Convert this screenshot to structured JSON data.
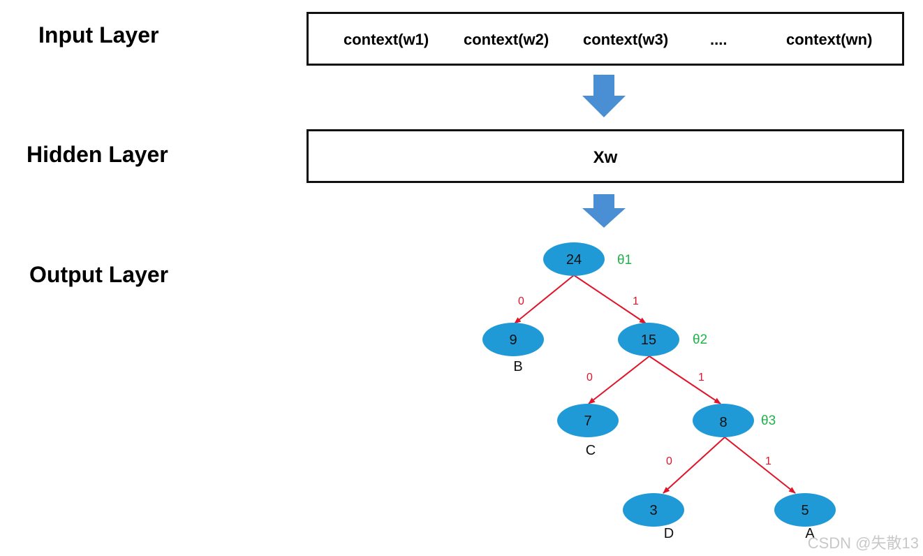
{
  "layers": {
    "input_label": "Input Layer",
    "hidden_label": "Hidden Layer",
    "output_label": "Output Layer"
  },
  "input_box": {
    "contexts": [
      "context(w1)",
      "context(w2)",
      "context(w3)",
      "....",
      "context(wn)"
    ]
  },
  "hidden_box": {
    "text": "Xw"
  },
  "tree": {
    "nodes": {
      "root": {
        "value": "24",
        "theta": "θ1"
      },
      "n9": {
        "value": "9",
        "leaf": "B"
      },
      "n15": {
        "value": "15",
        "theta": "θ2"
      },
      "n7": {
        "value": "7",
        "leaf": "C"
      },
      "n8": {
        "value": "8",
        "theta": "θ3"
      },
      "n3": {
        "value": "3",
        "leaf": "D"
      },
      "n5": {
        "value": "5",
        "leaf": "A"
      }
    },
    "edges": {
      "root_left": "0",
      "root_right": "1",
      "n15_left": "0",
      "n15_right": "1",
      "n8_left": "0",
      "n8_right": "1"
    }
  },
  "colors": {
    "node_fill": "#1f9ad6",
    "edge": "#e0142a",
    "theta": "#1fb24a",
    "arrow": "#4a8fd4"
  },
  "watermark": "CSDN @失散13"
}
